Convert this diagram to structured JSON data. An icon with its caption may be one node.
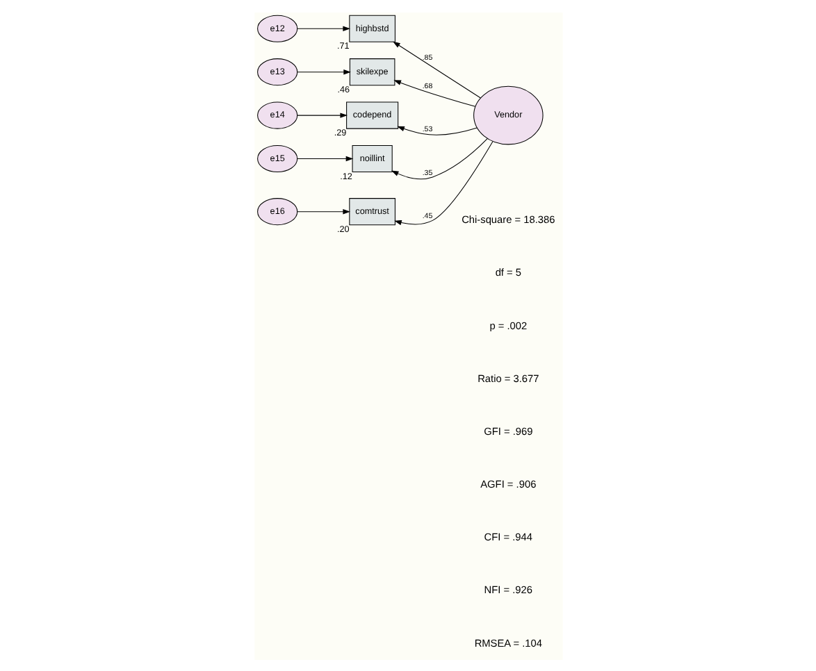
{
  "diagram": {
    "nodes": [
      {
        "text": [
          "e12"
        ]
      },
      {
        "text": [
          "highbstd"
        ],
        "beside": [
          ".71"
        ]
      },
      {
        "text": [
          "e13"
        ]
      },
      {
        "text": [
          "skilexpe"
        ],
        "beside": [
          ".46"
        ]
      },
      {
        "text": [
          "e14"
        ]
      },
      {
        "text": [
          "codepend"
        ],
        "beside": [
          ".29"
        ]
      },
      {
        "text": [
          "e15"
        ]
      },
      {
        "text": [
          "noillint"
        ],
        "beside": [
          ".12"
        ]
      },
      {
        "text": [
          "e16"
        ]
      },
      {
        "text": [
          "comtrust"
        ],
        "beside": [
          ".20"
        ]
      },
      {
        "text": [
          "Vendor"
        ]
      }
    ],
    "edges": [
      {
        "from": 0,
        "to": 1,
        "arrow": "to"
      },
      {
        "from": 2,
        "to": 3,
        "arrow": "to"
      },
      {
        "from": 4,
        "to": 5,
        "arrow": "to"
      },
      {
        "from": 6,
        "to": 7,
        "arrow": "to"
      },
      {
        "from": 8,
        "to": 9,
        "arrow": "to"
      },
      {
        "from": 10,
        "to": 1,
        "arrow": "to",
        "label": ".85"
      },
      {
        "from": 10,
        "to": 3,
        "arrow": "to",
        "label": ".68"
      },
      {
        "from": 10,
        "to": 5,
        "arrow": "to",
        "label": ".53"
      },
      {
        "from": 10,
        "to": 7,
        "arrow": "to",
        "label": ".35"
      },
      {
        "from": 10,
        "to": 9,
        "arrow": "to",
        "label": ".45"
      }
    ],
    "labels": [
      "Chi-square = 18.386",
      "df = 5",
      "p = .002",
      "Ratio = 3.677",
      "GFI = .969",
      "AGFI = .906",
      "CFI = .944",
      "NFI = .926",
      "RMSEA = .104"
    ]
  }
}
